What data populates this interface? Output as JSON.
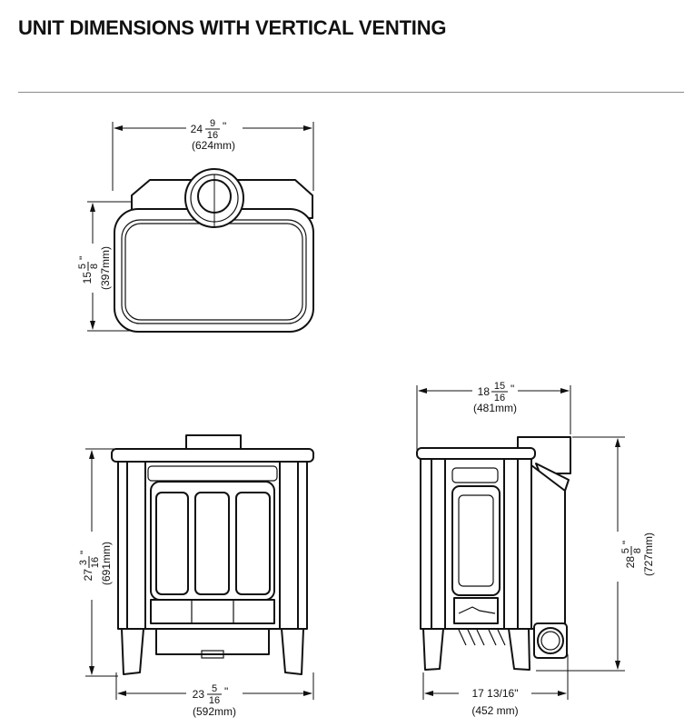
{
  "header": {
    "title": "UNIT DIMENSIONS WITH VERTICAL VENTING"
  },
  "top_view": {
    "width": {
      "whole": "24",
      "num": "9",
      "den": "16",
      "unit": "\"",
      "metric": "(624mm)"
    },
    "depth": {
      "whole": "15",
      "num": "5",
      "den": "8",
      "unit": "\"",
      "metric": "(397mm)"
    }
  },
  "front_view": {
    "height": {
      "whole": "27",
      "num": "3",
      "den": "16",
      "unit": "\"",
      "metric": "(691mm)"
    },
    "width": {
      "whole": "23",
      "num": "5",
      "den": "16",
      "unit": "\"",
      "metric": "(592mm)"
    }
  },
  "side_view": {
    "depth": {
      "whole": "18",
      "num": "15",
      "den": "16",
      "unit": "\"",
      "metric": "(481mm)"
    },
    "height": {
      "whole": "28",
      "num": "5",
      "den": "8",
      "unit": "\"",
      "metric": "(727mm)"
    },
    "leg_depth": {
      "text": "17  13/16\"",
      "metric": "(452 mm)"
    }
  }
}
